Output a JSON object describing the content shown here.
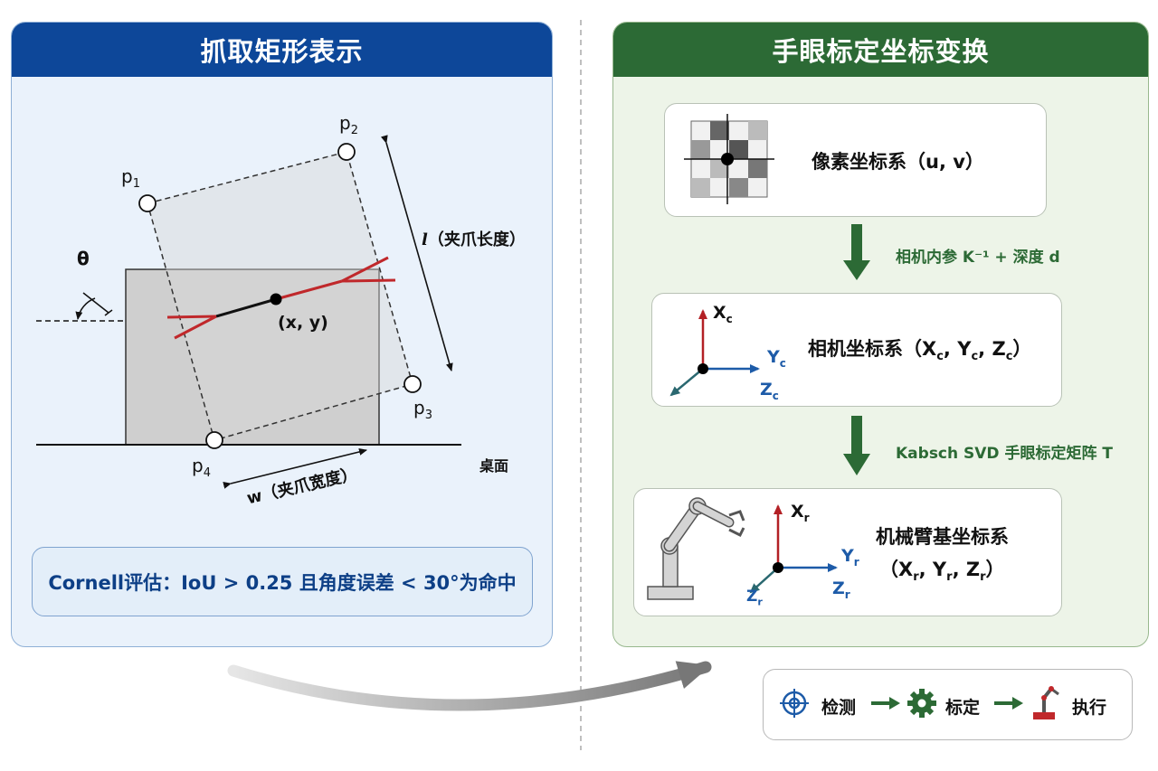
{
  "left_panel": {
    "title": "抓取矩形表示",
    "points": {
      "p1": "p",
      "p1_sub": "1",
      "p2": "p",
      "p2_sub": "2",
      "p3": "p",
      "p3_sub": "3",
      "p4": "p",
      "p4_sub": "4"
    },
    "theta": "θ",
    "center": "(x, y)",
    "length_var": "l",
    "length_desc": "（夹爪长度）",
    "width_label": "w（夹爪宽度）",
    "table_label": "桌面",
    "cornell": "Cornell评估：IoU > 0.25 且角度误差 < 30°为命中"
  },
  "right_panel": {
    "title": "手眼标定坐标变换",
    "pixel_frame": "像素坐标系（u, v）",
    "step1": "相机内参 K⁻¹ + 深度 d",
    "camera_frame": {
      "name": "相机坐标系（",
      "x": "X",
      "y": "Y",
      "z": "Z",
      "sub": "c",
      "sep": ", ",
      "close": "）"
    },
    "step2": "Kabsch SVD 手眼标定矩阵 T",
    "robot_frame": {
      "name": "机械臂基坐标系",
      "open": "（",
      "x": "X",
      "y": "Y",
      "z": "Z",
      "sub": "r",
      "sep": ", ",
      "close": "）"
    }
  },
  "flow": {
    "detect": "检测",
    "calibrate": "标定",
    "execute": "执行"
  },
  "colors": {
    "blue_header": "#0d4799",
    "green_header": "#2c6a35",
    "gripper_red": "#c0282b",
    "axis_red": "#b32025",
    "axis_blue": "#1d5ba8",
    "axis_teal": "#2a6870",
    "arrow_green": "#2c6a35"
  }
}
